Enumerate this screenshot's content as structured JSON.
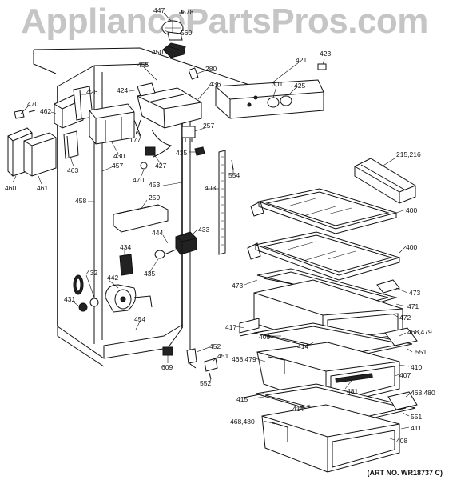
{
  "watermark": "AppliancePartsPros.com",
  "art_number": "(ART NO. WR18737 C)",
  "callouts": [
    {
      "id": "c447",
      "label": "447"
    },
    {
      "id": "c578",
      "label": "578"
    },
    {
      "id": "c560",
      "label": "560"
    },
    {
      "id": "c450",
      "label": "450"
    },
    {
      "id": "c455",
      "label": "455"
    },
    {
      "id": "c280",
      "label": "280"
    },
    {
      "id": "c421",
      "label": "421"
    },
    {
      "id": "c423",
      "label": "423"
    },
    {
      "id": "c426",
      "label": "426"
    },
    {
      "id": "c424",
      "label": "424"
    },
    {
      "id": "c436",
      "label": "436"
    },
    {
      "id": "c301",
      "label": "301"
    },
    {
      "id": "c425",
      "label": "425"
    },
    {
      "id": "c470a",
      "label": "470"
    },
    {
      "id": "c462",
      "label": "462"
    },
    {
      "id": "c257",
      "label": "257"
    },
    {
      "id": "c177",
      "label": "177"
    },
    {
      "id": "c435a",
      "label": "435"
    },
    {
      "id": "c430",
      "label": "430"
    },
    {
      "id": "c427",
      "label": "427"
    },
    {
      "id": "c457",
      "label": "457"
    },
    {
      "id": "c463",
      "label": "463"
    },
    {
      "id": "c460",
      "label": "460"
    },
    {
      "id": "c461",
      "label": "461"
    },
    {
      "id": "c470b",
      "label": "470"
    },
    {
      "id": "c554",
      "label": "554"
    },
    {
      "id": "c215",
      "label": "215,216"
    },
    {
      "id": "c453",
      "label": "453"
    },
    {
      "id": "c403",
      "label": "403"
    },
    {
      "id": "c458",
      "label": "458"
    },
    {
      "id": "c259",
      "label": "259"
    },
    {
      "id": "c400a",
      "label": "400"
    },
    {
      "id": "c433",
      "label": "433"
    },
    {
      "id": "c444",
      "label": "444"
    },
    {
      "id": "c434",
      "label": "434"
    },
    {
      "id": "c400b",
      "label": "400"
    },
    {
      "id": "c435b",
      "label": "435"
    },
    {
      "id": "c432",
      "label": "432"
    },
    {
      "id": "c442",
      "label": "442"
    },
    {
      "id": "c473a",
      "label": "473"
    },
    {
      "id": "c473b",
      "label": "473"
    },
    {
      "id": "c431",
      "label": "431"
    },
    {
      "id": "c471",
      "label": "471"
    },
    {
      "id": "c472",
      "label": "472"
    },
    {
      "id": "c454",
      "label": "454"
    },
    {
      "id": "c417",
      "label": "417"
    },
    {
      "id": "c468a",
      "label": "468,479"
    },
    {
      "id": "c409",
      "label": "409"
    },
    {
      "id": "c414a",
      "label": "414"
    },
    {
      "id": "c551a",
      "label": "551"
    },
    {
      "id": "c452",
      "label": "452"
    },
    {
      "id": "c451",
      "label": "451"
    },
    {
      "id": "c609",
      "label": "609"
    },
    {
      "id": "c468b",
      "label": "468,479"
    },
    {
      "id": "c410",
      "label": "410"
    },
    {
      "id": "c407",
      "label": "407"
    },
    {
      "id": "c552",
      "label": "552"
    },
    {
      "id": "c481",
      "label": "481"
    },
    {
      "id": "c468c",
      "label": "468,480"
    },
    {
      "id": "c415",
      "label": "415"
    },
    {
      "id": "c414b",
      "label": "414"
    },
    {
      "id": "c551b",
      "label": "551"
    },
    {
      "id": "c468d",
      "label": "468,480"
    },
    {
      "id": "c411",
      "label": "411"
    },
    {
      "id": "c408",
      "label": "408"
    }
  ]
}
